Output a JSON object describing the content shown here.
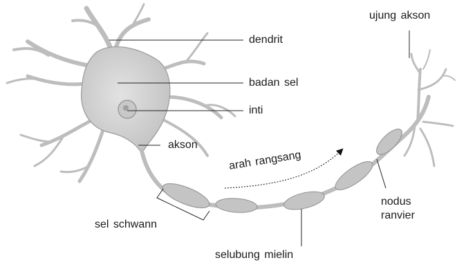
{
  "labels": {
    "dendrit": "dendrit",
    "badan_sel": "badan sel",
    "inti": "inti",
    "akson": "akson",
    "ujung_akson": "ujung akson",
    "arah_rangsang": "arah rangsang",
    "nodus_ranvier_line1": "nodus",
    "nodus_ranvier_line2": "ranvier",
    "sel_schwann": "sel schwann",
    "selubung_mielin": "selubung mielin"
  },
  "colors": {
    "neuron_fill": "#cfcfcf",
    "neuron_stroke": "#8a8a8a",
    "myelin_fill": "#c4c4c4",
    "leader_line": "#222222",
    "text": "#1a1a1a"
  }
}
